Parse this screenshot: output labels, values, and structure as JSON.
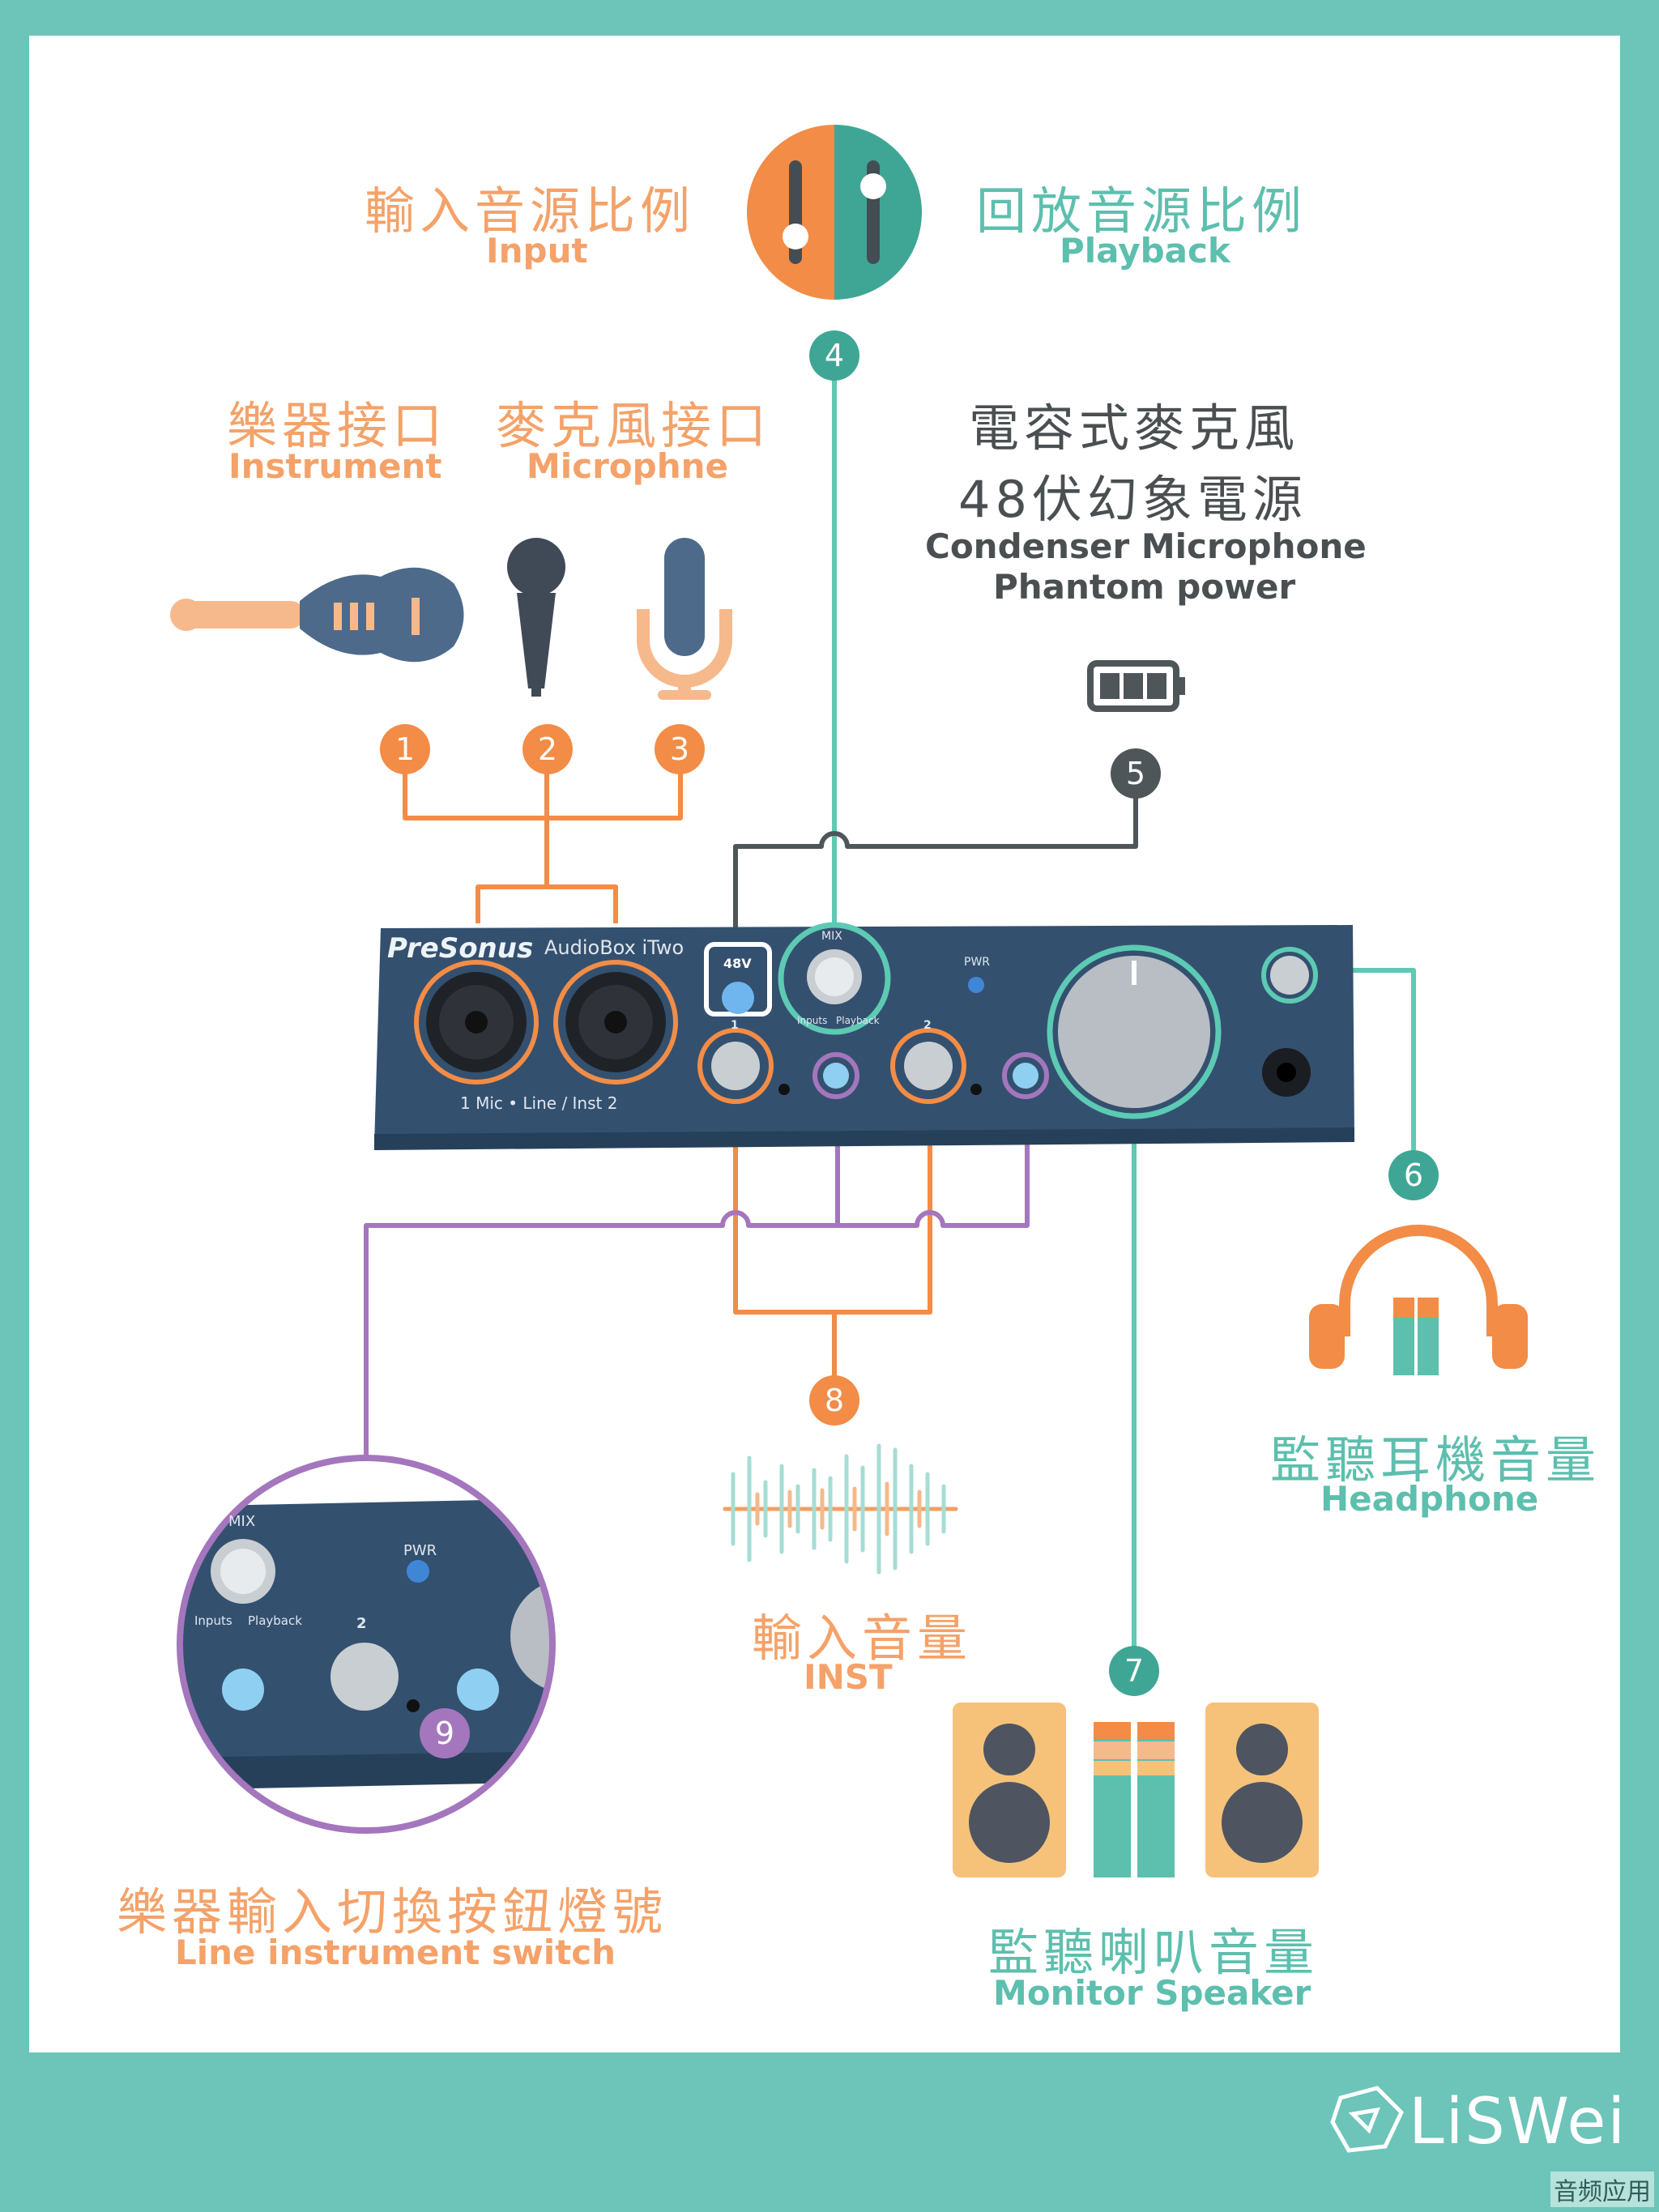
{
  "input": {
    "zh": "輸入音源比例",
    "en": "Input"
  },
  "playback": {
    "zh": "回放音源比例",
    "en": "Playback"
  },
  "instrument": {
    "zh": "樂器接口",
    "en": "Instrument"
  },
  "microphone": {
    "zh": "麥克風接口",
    "en": "Microphne"
  },
  "phantom": {
    "zh1": "電容式麥克風",
    "zh2": "48伏幻象電源",
    "en1": "Condenser Microphone",
    "en2": "Phantom power"
  },
  "headphone": {
    "zh": "監聽耳機音量",
    "en": "Headphone"
  },
  "inst_volume": {
    "zh": "輸入音量",
    "en": "INST"
  },
  "switch": {
    "zh": "樂器輸入切換按鈕燈號",
    "en": "Line instrument switch"
  },
  "speaker": {
    "zh": "監聽喇叭音量",
    "en": "Monitor Speaker"
  },
  "badges": {
    "b1": "1",
    "b2": "2",
    "b3": "3",
    "b4": "4",
    "b5": "5",
    "b6": "6",
    "b7": "7",
    "b8": "8",
    "b9": "9"
  },
  "device": {
    "brand": "PreSonus",
    "model": "AudioBox iTwo",
    "btn48v": "48V",
    "mix": "MIX",
    "inputs": "Inputs",
    "playback_small": "Playback",
    "pwr": "PWR",
    "jack_caption": "1  Mic • Line / Inst  2",
    "ch1": "1",
    "ch2": "2"
  },
  "zoom": {
    "mix": "MIX",
    "pwr": "PWR",
    "inputs": "Inputs",
    "playback_small": "Playback",
    "ch2": "2"
  },
  "brand_logo": "LiSWei",
  "watermark": "音频应用",
  "colors": {
    "orange": "#f28c46",
    "teal": "#3fa695",
    "gray": "#4f5659",
    "purple": "#a476bd",
    "panel": "#34506f",
    "bg": "#6dc4b9"
  }
}
